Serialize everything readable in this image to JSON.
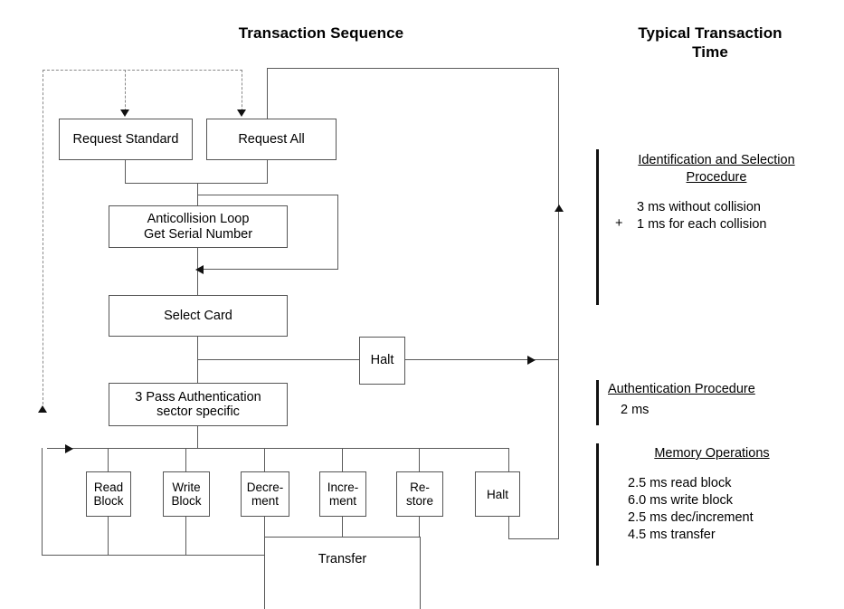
{
  "titles": {
    "left": "Transaction Sequence",
    "right": "Typical Transaction\nTime"
  },
  "flow": {
    "boxes": [
      {
        "id": "request-standard",
        "label": "Request Standard"
      },
      {
        "id": "request-all",
        "label": "Request All"
      },
      {
        "id": "anticollision-loop",
        "label": "Anticollision Loop\nGet Serial Number"
      },
      {
        "id": "select-card",
        "label": "Select Card"
      },
      {
        "id": "halt-upper",
        "label": "Halt"
      },
      {
        "id": "three-pass-auth",
        "label": "3 Pass Authentication\nsector specific"
      },
      {
        "id": "read-block",
        "label": "Read\nBlock"
      },
      {
        "id": "write-block",
        "label": "Write\nBlock"
      },
      {
        "id": "decrement",
        "label": "Decre-\nment"
      },
      {
        "id": "increment",
        "label": "Incre-\nment"
      },
      {
        "id": "restore",
        "label": "Re-\nstore"
      },
      {
        "id": "halt-lower",
        "label": "Halt"
      },
      {
        "id": "transfer",
        "label": "Transfer"
      }
    ]
  },
  "timing": {
    "groups": [
      {
        "id": "identification",
        "heading": "Identification and Selection\nProcedure",
        "plus": "+",
        "lines": [
          "3 ms without collision",
          "1 ms for each collision"
        ]
      },
      {
        "id": "authentication",
        "heading": "Authentication Procedure",
        "lines": [
          "2 ms"
        ]
      },
      {
        "id": "memory-operations",
        "heading": "Memory Operations",
        "lines": [
          "2.5 ms read block",
          "6.0 ms write block",
          "2.5 ms dec/increment",
          "4.5 ms transfer"
        ]
      }
    ]
  },
  "colors": {
    "line": "#5a5a5a",
    "dashed": "#888888",
    "text": "#000000",
    "bar": "#111111"
  }
}
